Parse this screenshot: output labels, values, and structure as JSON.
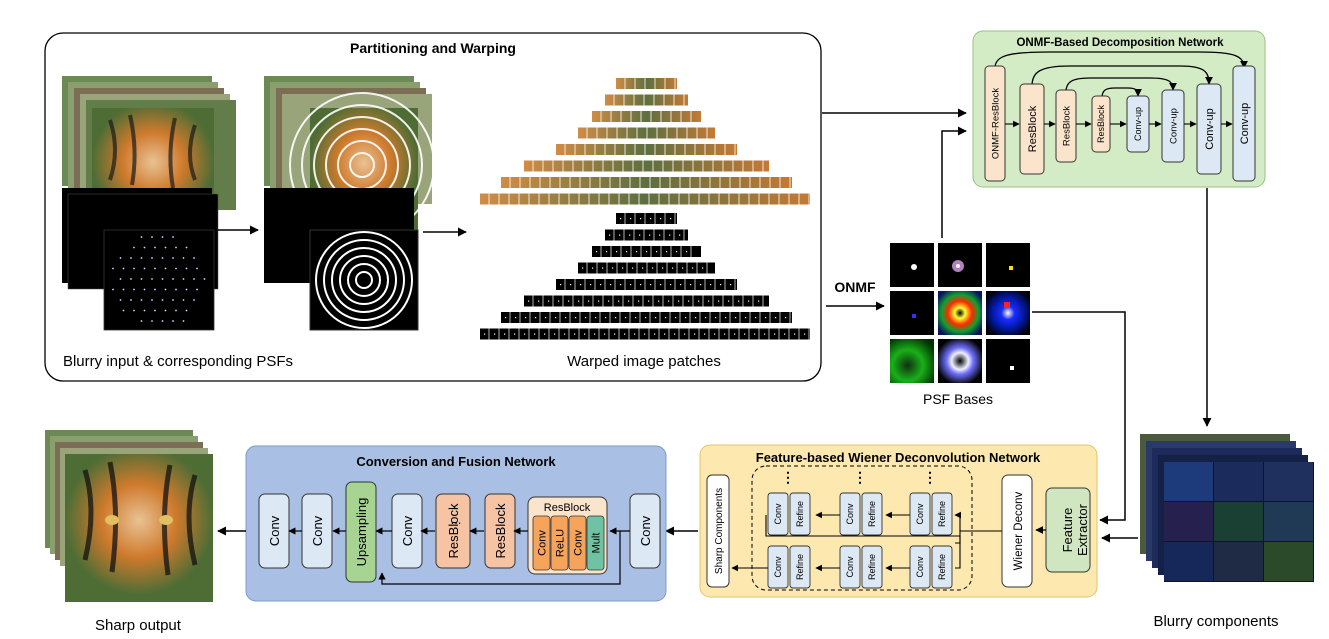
{
  "panels": {
    "partitioning": {
      "title": "Partitioning and Warping",
      "caption_left": "Blurry input & corresponding PSFs",
      "caption_right": "Warped image patches"
    },
    "onmf_net": {
      "title": "ONMF-Based Decomposition Network"
    },
    "wiener_net": {
      "title": "Feature-based Wiener Deconvolution Network"
    },
    "fusion_net": {
      "title": "Conversion and Fusion Network"
    }
  },
  "labels": {
    "onmf": "ONMF",
    "psf_bases": "PSF Bases",
    "blurry_components": "Blurry components",
    "sharp_output": "Sharp output"
  },
  "onmf_blocks": [
    "ONMF-ResBlock",
    "ResBlock",
    "ResBlock",
    "ResBlock",
    "Conv-up",
    "Conv-up",
    "Conv-up",
    "Conv-up"
  ],
  "wiener": {
    "sharp_components": "Sharp Components",
    "wiener_deconv": "Wiener Deconv",
    "feature_extractor": [
      "Feature",
      "Extractor"
    ],
    "conv": "Conv",
    "refine": "Refine",
    "dots": "⋮"
  },
  "fusion": {
    "blocks": [
      "Conv",
      "Conv",
      "Upsampling",
      "Conv",
      "ResBlock",
      "ResBlock"
    ],
    "ellipsis": "...",
    "resblock_detail": {
      "title": "ResBlock",
      "items": [
        "Conv",
        "ReLU",
        "Conv",
        "Mult"
      ]
    },
    "last_conv": "Conv"
  },
  "colors": {
    "onmf_bg": "#d4ecc6",
    "wiener_bg": "#fde9b0",
    "fusion_bg": "#a9c0e4",
    "resblock": "#f6c3a4",
    "resblock_light": "#fbe4cc",
    "conv": "#dce8f4",
    "upsampling": "#a7d493",
    "mult": "#6fc3a3"
  }
}
